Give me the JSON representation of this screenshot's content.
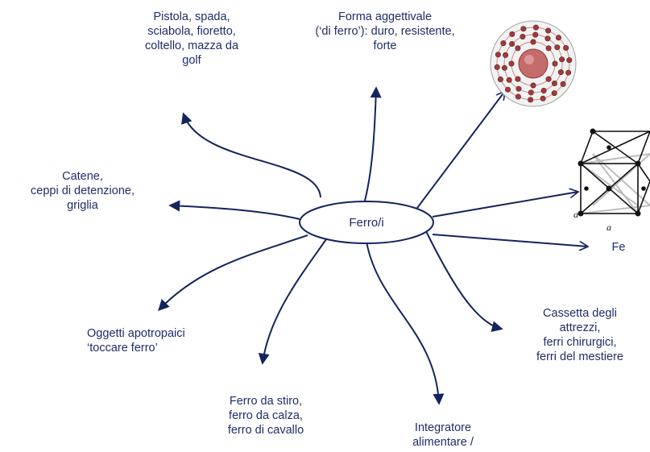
{
  "center": {
    "label": "Ferro/i"
  },
  "branches": [
    {
      "id": "weapons",
      "lines": [
        "Pistola, spada,",
        "sciabola, fioretto,",
        "coltello, mazza da",
        "golf"
      ]
    },
    {
      "id": "adjective",
      "lines": [
        "Forma aggettivale",
        "(‘di ferro’): duro, resistente,",
        "forte"
      ]
    },
    {
      "id": "chains",
      "lines": [
        "Catene,",
        "ceppi di detenzione,",
        "griglia"
      ]
    },
    {
      "id": "symbol",
      "lines": [
        "Fe"
      ]
    },
    {
      "id": "tools",
      "lines": [
        "Cassetta degli",
        "attrezzi,",
        "ferri chirurgici,",
        "ferri del mestiere"
      ]
    },
    {
      "id": "amulets",
      "lines": [
        "Oggetti apotropaici",
        "‘toccare ferro’"
      ]
    },
    {
      "id": "household",
      "lines": [
        "Ferro da stiro,",
        "ferro da calza,",
        "ferro di cavallo"
      ]
    },
    {
      "id": "supplement",
      "lines": [
        "Integratore",
        "alimentare /"
      ]
    }
  ],
  "lattice": {
    "axis_label": "a"
  },
  "colors": {
    "arrow": "#13245e",
    "text": "#1f2d6b",
    "atom_shell": "#c98a8a",
    "electron": "#a23a3a",
    "nucleus": "#c46b6b"
  }
}
